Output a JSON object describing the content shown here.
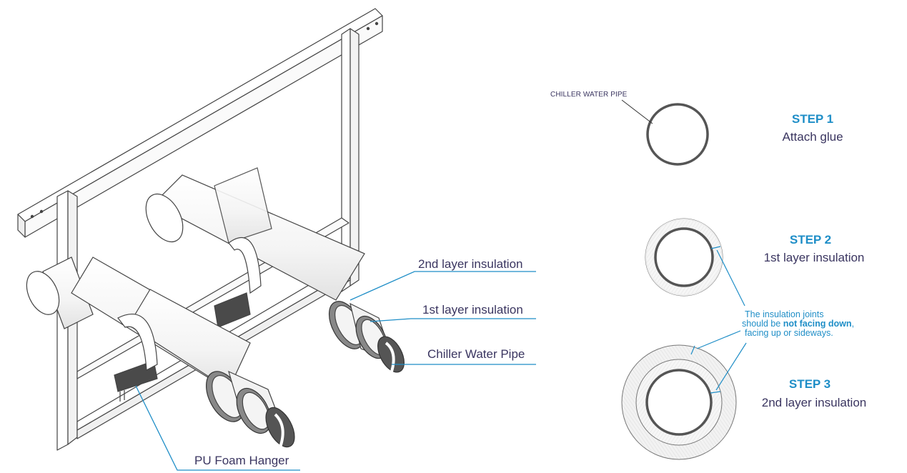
{
  "callouts": {
    "second_layer": "2nd layer insulation",
    "first_layer": "1st layer insulation",
    "chiller_pipe": "Chiller Water Pipe",
    "hanger": "PU Foam Hanger"
  },
  "section": {
    "pipe_label": "CHILLER WATER PIPE"
  },
  "steps": [
    {
      "title": "STEP 1",
      "desc": "Attach glue"
    },
    {
      "title": "STEP 2",
      "desc": "1st layer insulation"
    },
    {
      "title": "STEP 3",
      "desc": "2nd layer insulation"
    }
  ],
  "note": {
    "line1": "The insulation joints",
    "line2_a": "should be ",
    "line2_b": "not facing down",
    "line2_c": ",",
    "line3": "facing up or sideways."
  },
  "colors": {
    "accent": "#1f8ec7",
    "text": "#3a3560",
    "pipe": "#4a4a4a",
    "insulation": "#f3f3f3"
  }
}
